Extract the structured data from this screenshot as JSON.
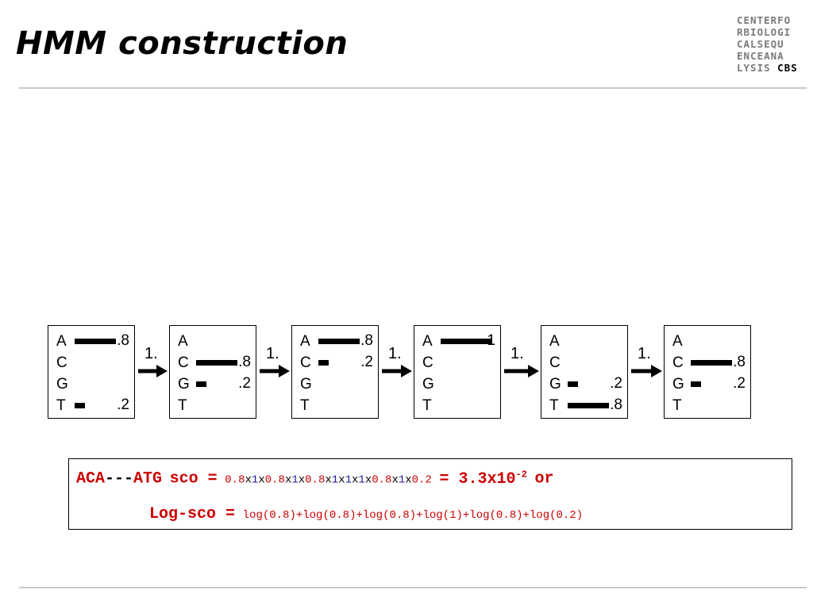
{
  "title": "HMM construction",
  "logo": {
    "lines": [
      "CENTERFO",
      "RBIOLOGI",
      "CALSEQU",
      "ENCEANA"
    ],
    "last_line_gray": "LYSIS",
    "last_line_bold": "CBS"
  },
  "letters": [
    "A",
    "C",
    "G",
    "T"
  ],
  "states": [
    {
      "probs": [
        {
          "letter": "A",
          "value": 0.8,
          "label": ".8"
        },
        {
          "letter": "T",
          "value": 0.2,
          "label": ".2"
        }
      ]
    },
    {
      "probs": [
        {
          "letter": "C",
          "value": 0.8,
          "label": ".8"
        },
        {
          "letter": "G",
          "value": 0.2,
          "label": ".2"
        }
      ]
    },
    {
      "probs": [
        {
          "letter": "A",
          "value": 0.8,
          "label": ".8"
        },
        {
          "letter": "C",
          "value": 0.2,
          "label": ".2"
        }
      ]
    },
    {
      "probs": [
        {
          "letter": "A",
          "value": 1.0,
          "label": "1"
        }
      ]
    },
    {
      "probs": [
        {
          "letter": "G",
          "value": 0.2,
          "label": ".2"
        },
        {
          "letter": "T",
          "value": 0.8,
          "label": ".8"
        }
      ]
    },
    {
      "probs": [
        {
          "letter": "C",
          "value": 0.8,
          "label": ".8"
        },
        {
          "letter": "G",
          "value": 0.2,
          "label": ".2"
        }
      ]
    }
  ],
  "transitions": [
    "1.",
    "1.",
    "1.",
    "1.",
    "1."
  ],
  "score": {
    "seq_a": "ACA",
    "seq_gap": "---",
    "seq_b": "ATG",
    "sco_label": "sco =",
    "f1": "0.8",
    "x1": "x",
    "f2": "1",
    "x2": "x",
    "f3": "0.8",
    "x3": "x",
    "f4": "1",
    "x4": "x",
    "f5": "0.8",
    "x5": "x",
    "f6": "1",
    "x6": "x",
    "f7": "1",
    "x7": "x",
    "f8": "1",
    "x8": "x",
    "f9": "0.8",
    "x9": "x",
    "f10": "1",
    "x10": "x",
    "f11": "0.2",
    "result": "= 3.3x10",
    "exponent": "-2",
    "or_text": "or",
    "log_label": "Log-sco =",
    "log_expr": "log(0.8)+log(0.8)+log(0.8)+log(1)+log(0.8)+log(0.2)"
  }
}
